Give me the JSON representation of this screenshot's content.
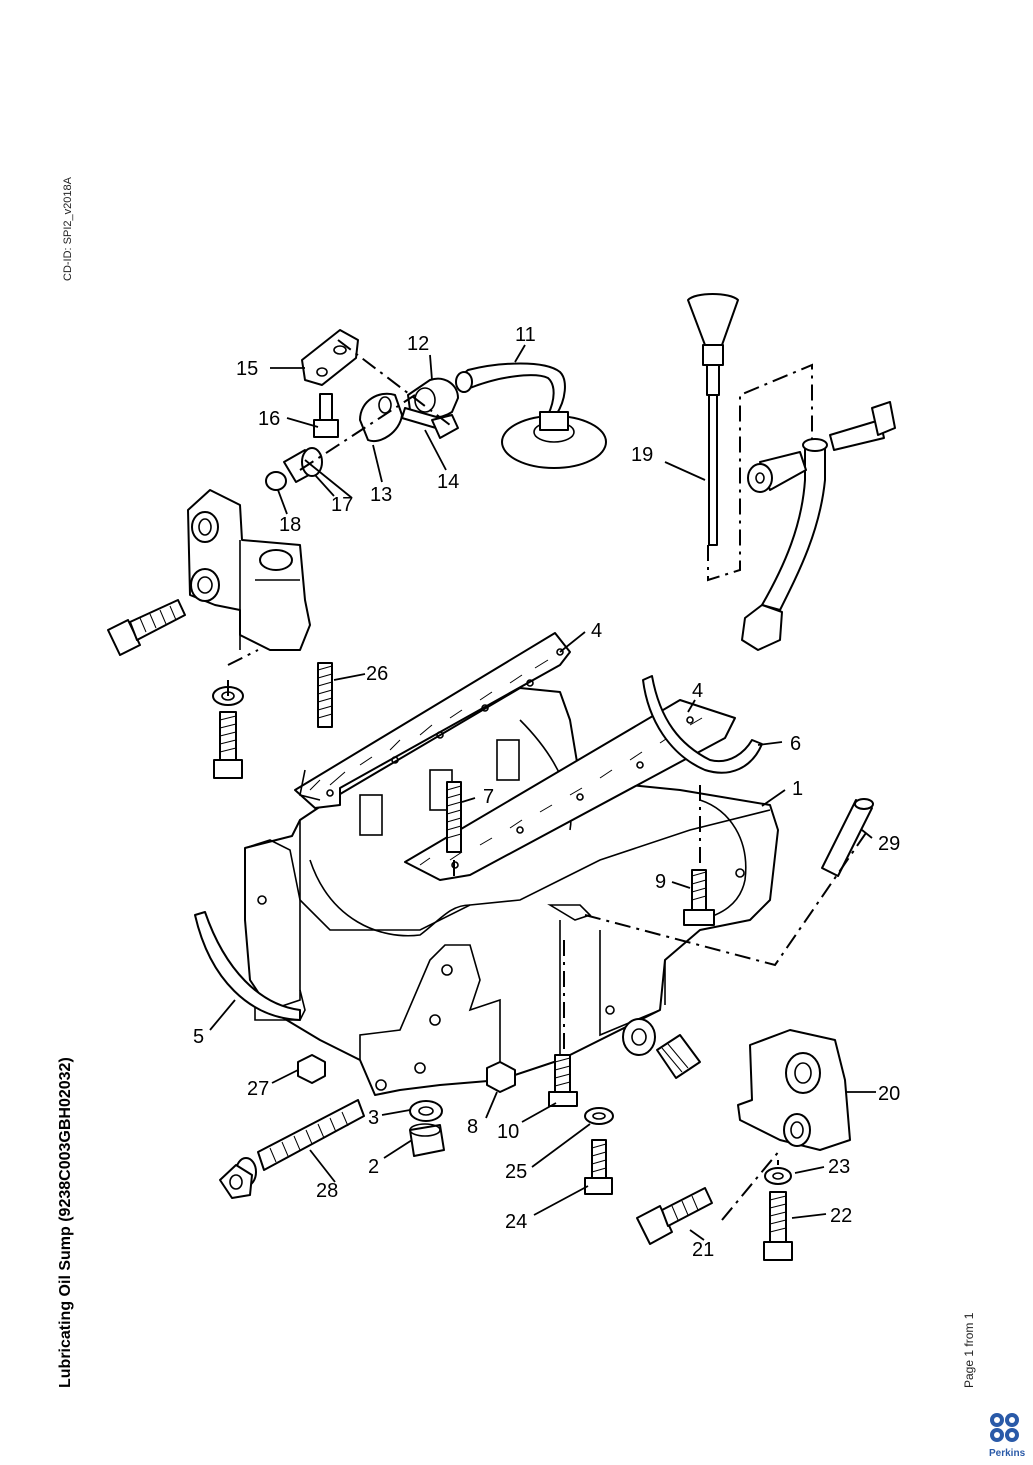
{
  "header": {
    "cd_id": "CD-ID: SPI2_v2018A"
  },
  "footer": {
    "title": "Lubricating Oil Sump (9238C003GBH02032)",
    "page": "Page 1 from 1",
    "brand": "Perkins"
  },
  "diagram": {
    "callouts": [
      "1",
      "2",
      "3",
      "4",
      "4",
      "5",
      "6",
      "7",
      "8",
      "9",
      "10",
      "11",
      "12",
      "13",
      "14",
      "15",
      "16",
      "17",
      "18",
      "19",
      "20",
      "21",
      "22",
      "23",
      "24",
      "25",
      "26",
      "27",
      "28",
      "29"
    ]
  }
}
